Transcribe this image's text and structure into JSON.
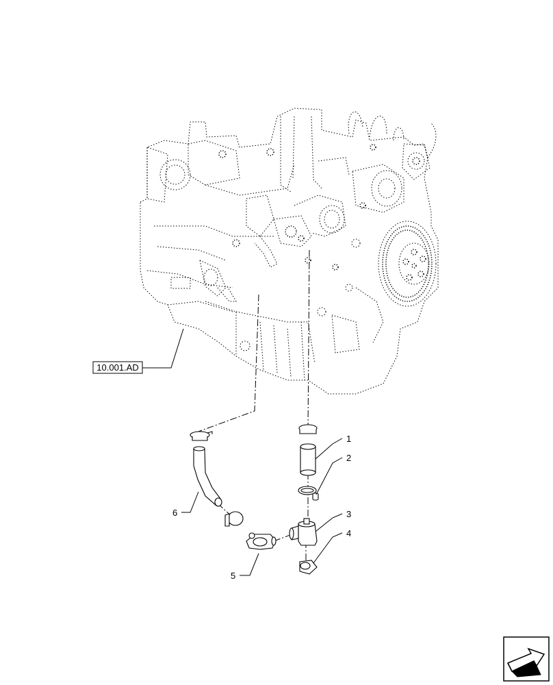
{
  "reference": {
    "label": "10.001.AD"
  },
  "callouts": [
    {
      "number": "1"
    },
    {
      "number": "2"
    },
    {
      "number": "3"
    },
    {
      "number": "4"
    },
    {
      "number": "5"
    },
    {
      "number": "6"
    }
  ],
  "nav_icon": "next-page-arrow-icon"
}
